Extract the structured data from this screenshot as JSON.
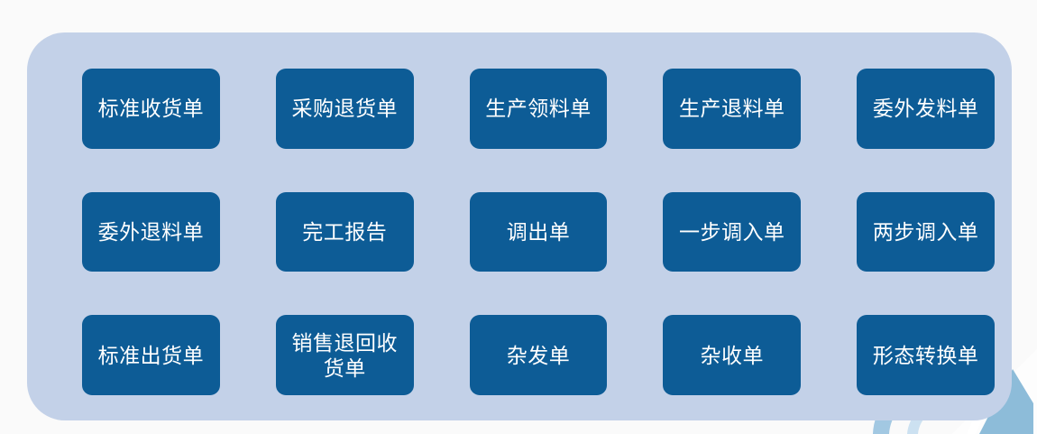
{
  "page": {
    "background_color": "#fafafa",
    "panel_color": "#c3d1e8",
    "tile_color": "#0d5c96",
    "tile_text_color": "#ffffff",
    "decor_color_light": "#bcd6ea",
    "decor_color_mid": "#8dbcd9",
    "decor_color_pale": "#d7e6f2"
  },
  "grid": {
    "columns": 5,
    "rows": 3,
    "tiles": [
      {
        "id": "tile-1",
        "label": "标准收货单",
        "row": 1,
        "col": 1
      },
      {
        "id": "tile-2",
        "label": "采购退货单",
        "row": 1,
        "col": 2
      },
      {
        "id": "tile-3",
        "label": "生产领料单",
        "row": 1,
        "col": 3
      },
      {
        "id": "tile-4",
        "label": "生产退料单",
        "row": 1,
        "col": 4
      },
      {
        "id": "tile-5",
        "label": "委外发料单",
        "row": 1,
        "col": 5
      },
      {
        "id": "tile-6",
        "label": "委外退料单",
        "row": 2,
        "col": 1
      },
      {
        "id": "tile-7",
        "label": "完工报告",
        "row": 2,
        "col": 2
      },
      {
        "id": "tile-8",
        "label": "调出单",
        "row": 2,
        "col": 3
      },
      {
        "id": "tile-9",
        "label": "一步调入单",
        "row": 2,
        "col": 4
      },
      {
        "id": "tile-10",
        "label": "两步调入单",
        "row": 2,
        "col": 5
      },
      {
        "id": "tile-11",
        "label": "标准出货单",
        "row": 3,
        "col": 1
      },
      {
        "id": "tile-12",
        "label": "销售退回收\n货单",
        "row": 3,
        "col": 2
      },
      {
        "id": "tile-13",
        "label": "杂发单",
        "row": 3,
        "col": 3
      },
      {
        "id": "tile-14",
        "label": "杂收单",
        "row": 3,
        "col": 4
      },
      {
        "id": "tile-15",
        "label": "形态转换单",
        "row": 3,
        "col": 5
      }
    ]
  }
}
